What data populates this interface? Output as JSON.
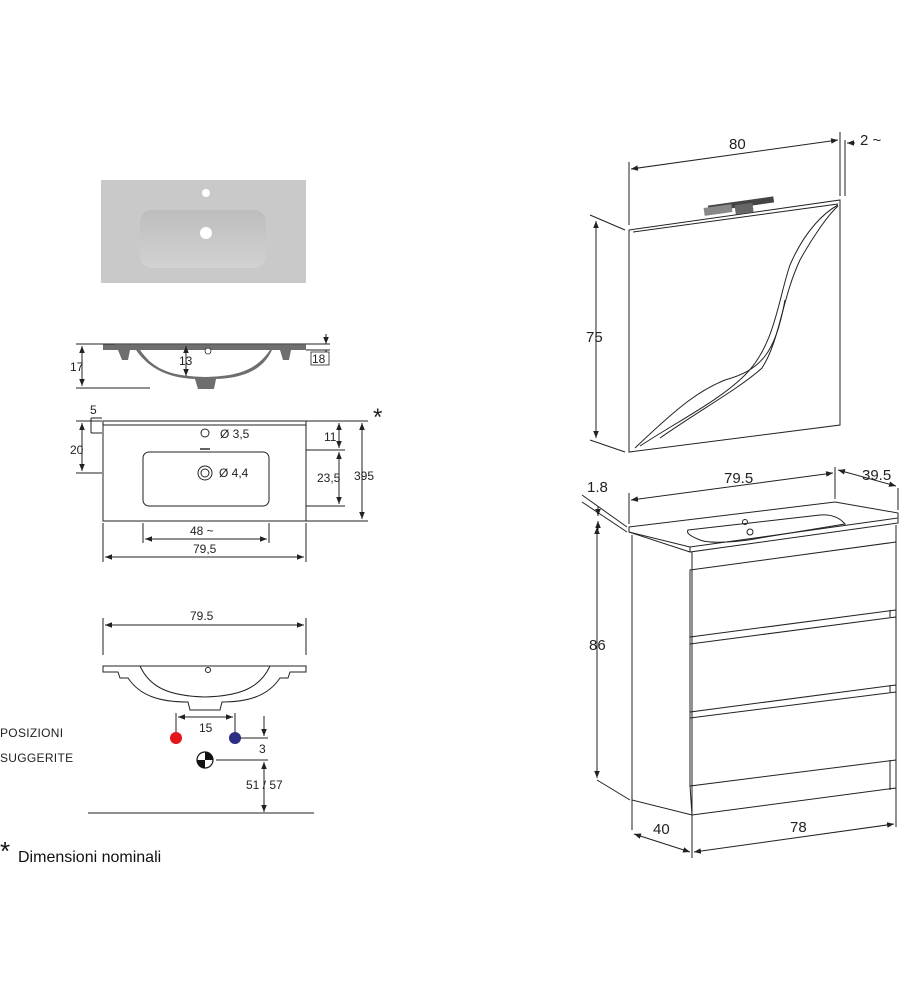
{
  "sink_top": {
    "depth_17": "17",
    "basin_13": "13",
    "rim_18": "18"
  },
  "sink_plan": {
    "dim_5": "5",
    "dim_20": "20",
    "hole_small": "Ø 3,5",
    "hole_drain": "Ø 4,4",
    "dim_11": "11",
    "dim_23_5": "23,5",
    "dim_395": "395",
    "star": "*",
    "basin_width": "48 ~",
    "overall_width": "79,5"
  },
  "sink_front": {
    "width": "79.5",
    "spacing_15": "15",
    "dim_3": "3",
    "height_51_57": "51 / 57",
    "pos_line1": "POSIZIONI",
    "pos_line2": "SUGGERITE"
  },
  "mirror": {
    "width": "80",
    "gap": "2 ~",
    "height": "75"
  },
  "cabinet": {
    "top_width": "79.5",
    "top_depth": "39.5",
    "top_thickness": "1.8",
    "height": "86",
    "depth": "40",
    "width": "78"
  },
  "footnote": {
    "star": "*",
    "text": "Dimensioni nominali"
  },
  "colors": {
    "hot": "#e3141b",
    "cold": "#2b2d83",
    "ceramic": "#c9c9c9"
  }
}
